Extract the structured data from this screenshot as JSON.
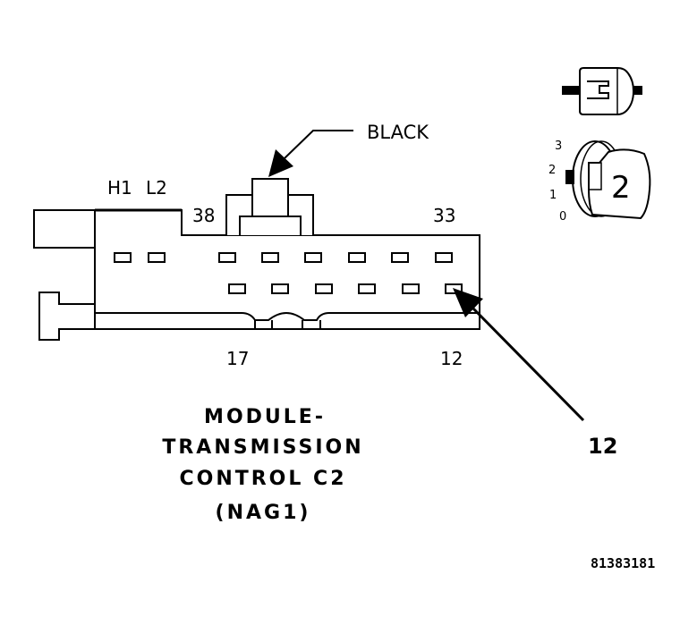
{
  "color_label": "BLACK",
  "pin_labels": {
    "h1": "H1",
    "l2": "L2",
    "p38": "38",
    "p33": "33",
    "p17": "17",
    "p12": "12"
  },
  "title": {
    "line1": "MODULE-",
    "line2": "TRANSMISSION",
    "line3": "CONTROL C2",
    "line4": "(NAG1)"
  },
  "callout_label": "12",
  "figure_id": "81383181",
  "key_detail": {
    "positions": [
      "3",
      "2",
      "1",
      "0"
    ],
    "key_number": "2"
  }
}
